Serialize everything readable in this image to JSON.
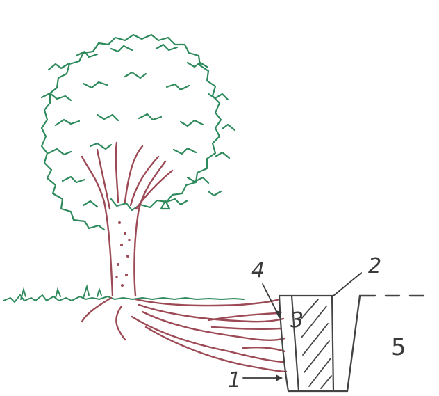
{
  "figure": {
    "labels": {
      "one": "1",
      "two": "2",
      "three": "3",
      "four": "4",
      "five": "5"
    },
    "colors": {
      "canopy": "#2e8a5c",
      "trunk": "#9c4a55",
      "roots": "#9c4a55",
      "grass": "#2e8a5c",
      "outline": "#444444",
      "ink": "#3a3a3a"
    }
  }
}
